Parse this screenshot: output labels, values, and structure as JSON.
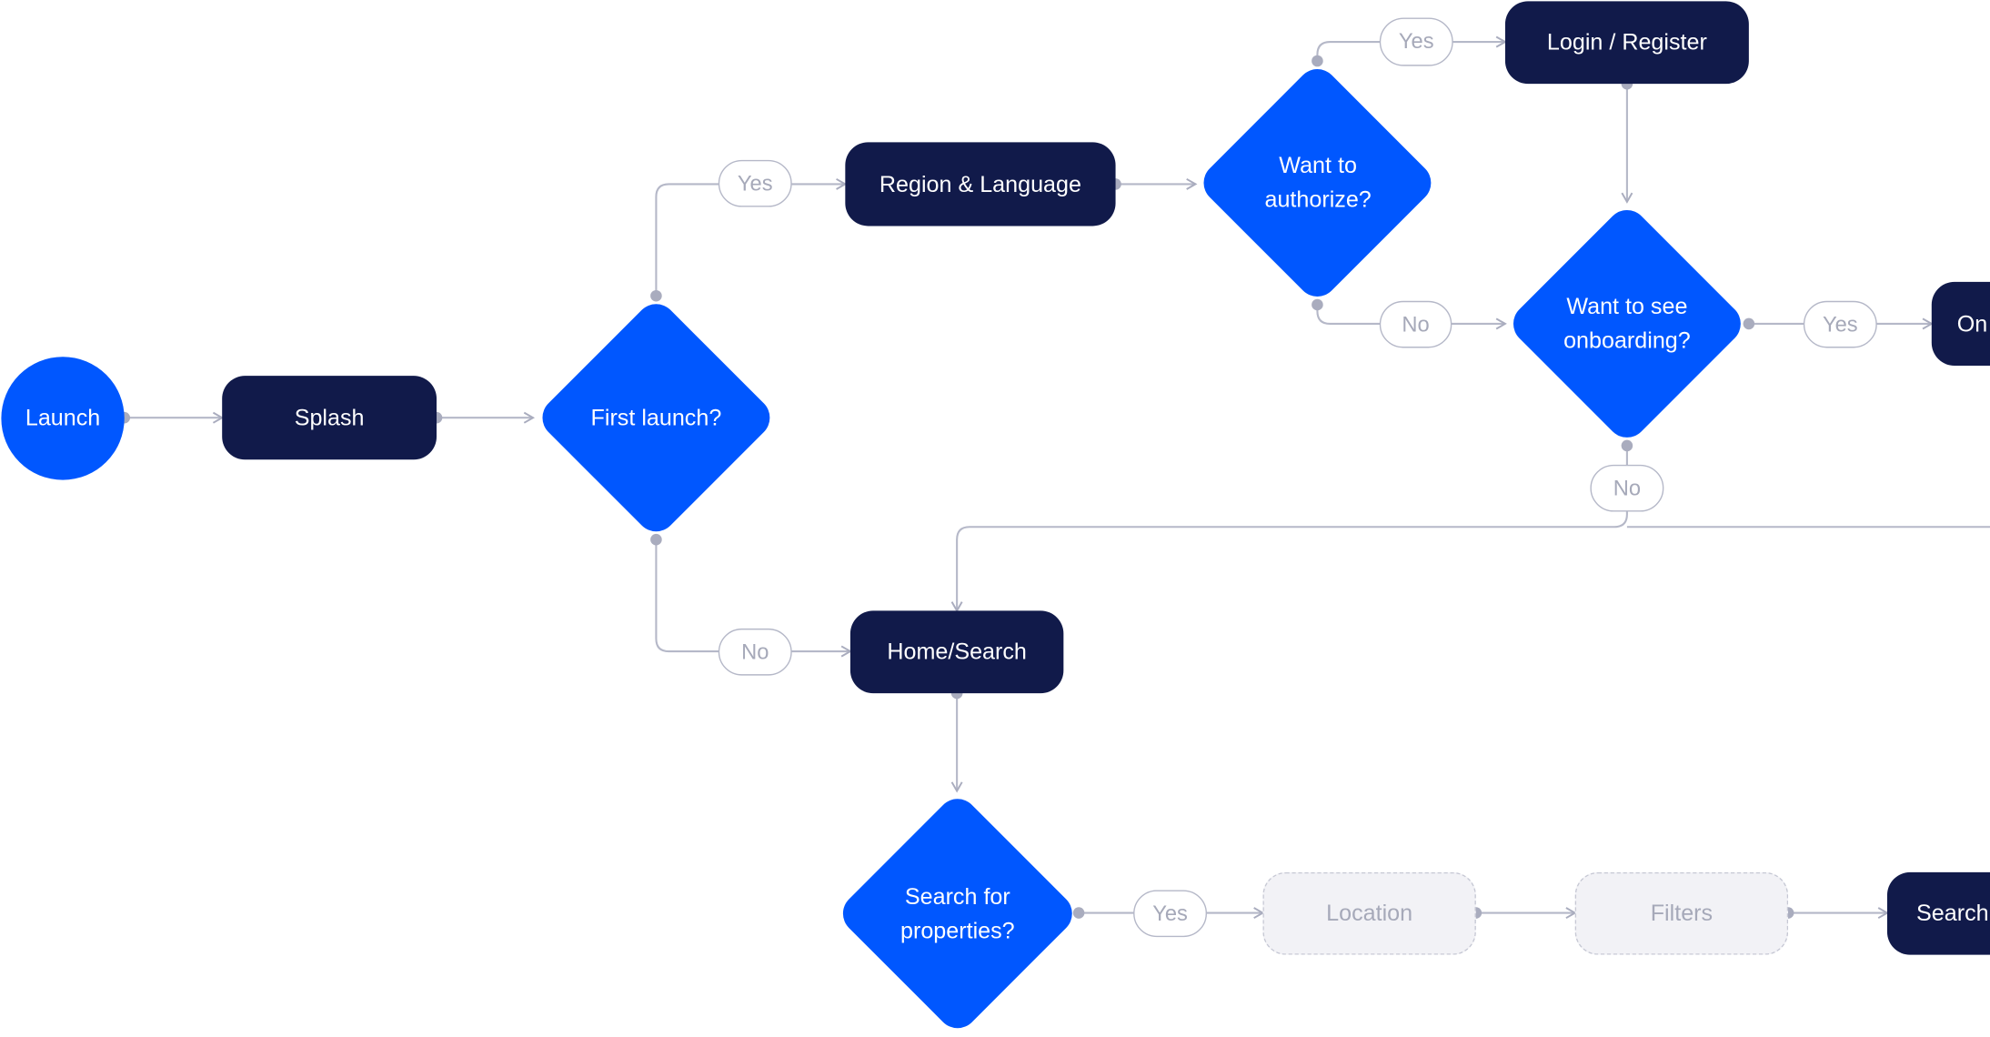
{
  "nodes": {
    "launch": "Launch",
    "splash": "Splash",
    "first_launch": "First launch?",
    "region_language": "Region & Language",
    "want_authorize": "Want to\nauthorize?",
    "login_register": "Login / Register",
    "want_onboarding": "Want to see\nonboarding?",
    "onboarding": "On",
    "home_search": "Home/Search",
    "search_properties": "Search for\nproperties?",
    "location": "Location",
    "filters": "Filters",
    "search_results": "Search"
  },
  "edge_labels": {
    "first_launch_yes": "Yes",
    "first_launch_no": "No",
    "authorize_yes": "Yes",
    "authorize_no": "No",
    "onboarding_yes": "Yes",
    "onboarding_no": "No",
    "search_yes": "Yes"
  },
  "colors": {
    "decision_blue": "#0057ff",
    "process_navy": "#111a4a",
    "connector_gray": "#b5b8c8",
    "ghost_fill": "#f2f2f6"
  }
}
